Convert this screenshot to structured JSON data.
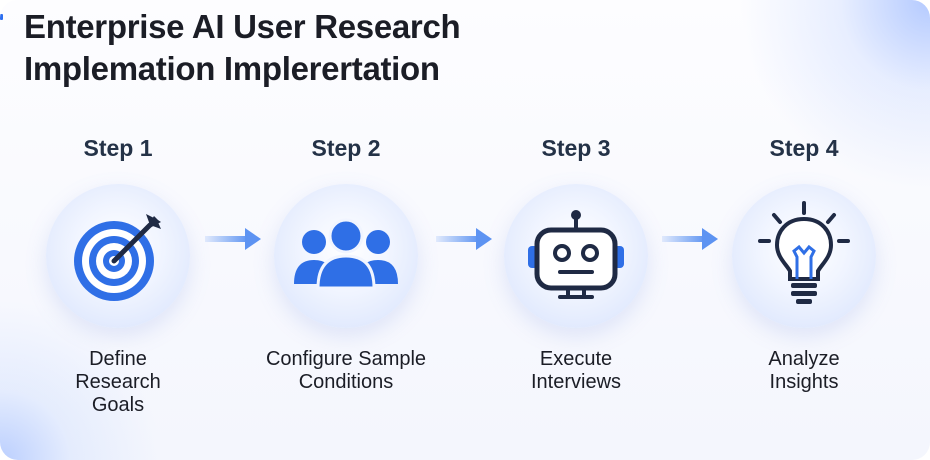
{
  "title": {
    "line1": "Enterprise AI User Research",
    "line2": "Implemation Implerertation"
  },
  "steps": [
    {
      "label": "Step 1",
      "icon": "target-icon",
      "caption": [
        "Define",
        "Research",
        "Goals"
      ]
    },
    {
      "label": "Step 2",
      "icon": "people-icon",
      "caption": [
        "Configure Sample",
        "Conditions"
      ]
    },
    {
      "label": "Step 3",
      "icon": "robot-icon",
      "caption": [
        "Execute",
        "Interviews"
      ]
    },
    {
      "label": "Step 4",
      "icon": "lightbulb-icon",
      "caption": [
        "Analyze",
        "Insights"
      ]
    }
  ],
  "colors": {
    "accent": "#2f6fe6",
    "icon_dark": "#1f2a44",
    "arrow": "#5d93f2"
  }
}
